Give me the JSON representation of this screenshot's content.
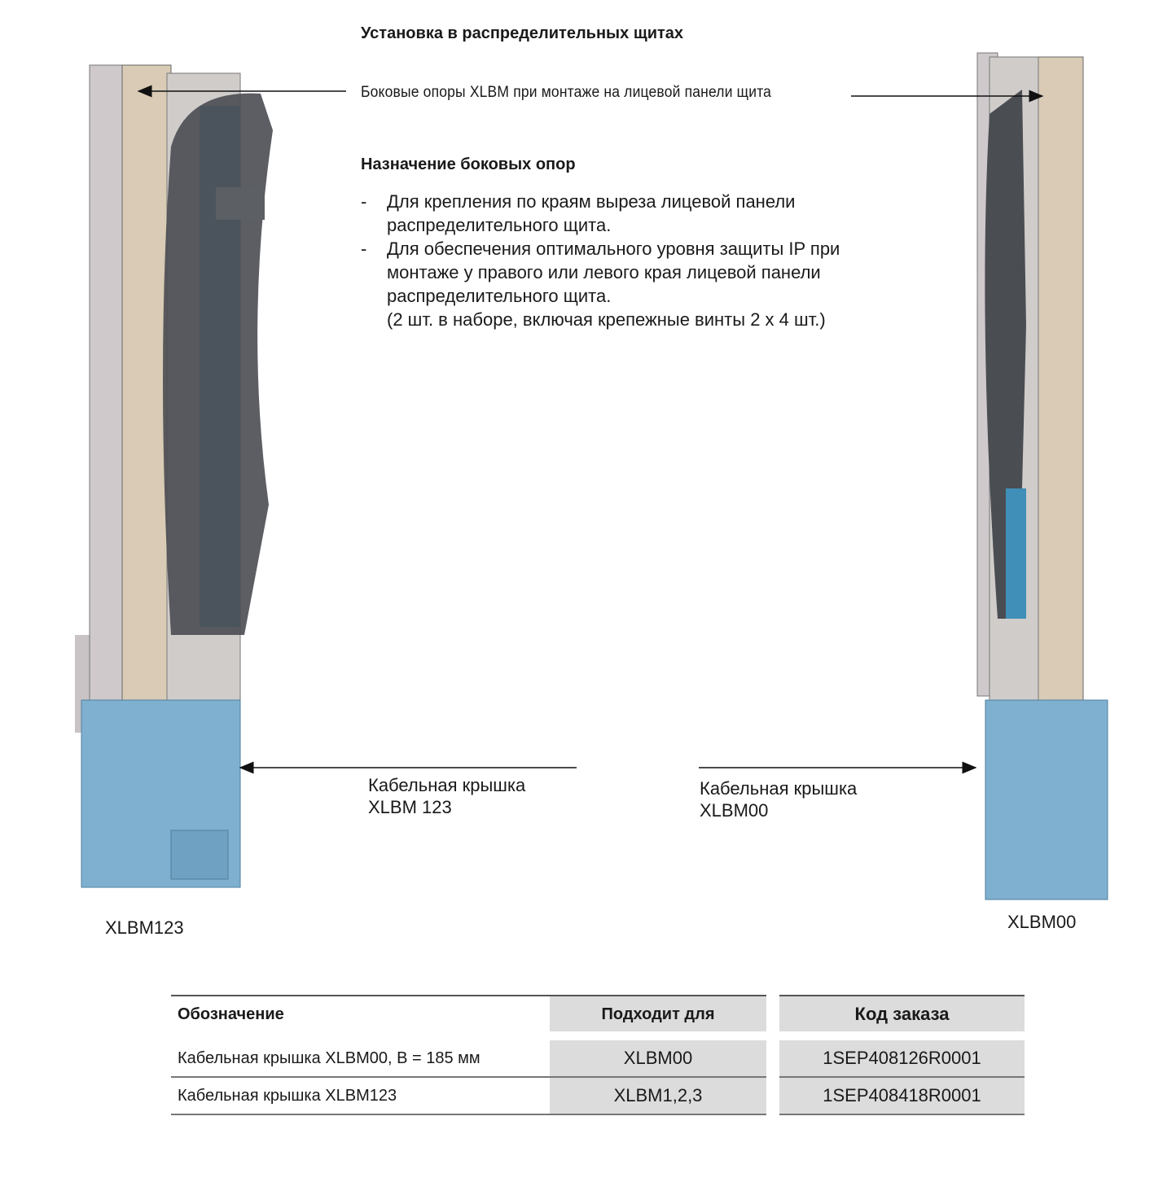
{
  "title": "Установка в распределительных щитах",
  "callout_side_supports": "Боковые опоры XLBM при монтаже на лицевой панели щита",
  "purpose_heading": "Назначение боковых опор",
  "bullets": [
    {
      "dash": "-",
      "lines": [
        "Для крепления по краям выреза лицевой панели",
        "распределительного щита."
      ]
    },
    {
      "dash": "-",
      "lines": [
        "Для обеспечения оптимального уровня защиты IP при",
        "монтаже у правого или левого края лицевой панели",
        "распределительного щита.",
        "(2 шт. в наборе, включая крепежные винты 2 х 4 шт.)"
      ]
    }
  ],
  "callout_left": [
    "Кабельная крышка",
    "XLBM 123"
  ],
  "callout_right": [
    "Кабельная крышка",
    "XLBM00"
  ],
  "caption_left": "XLBM123",
  "caption_right": "XLBM00",
  "table": {
    "headers": [
      "Обозначение",
      "Подходит для",
      "Код заказа"
    ],
    "rows": [
      [
        "Кабельная крышка XLBM00, B = 185 мм",
        "XLBM00",
        "1SEP408126R0001"
      ],
      [
        "Кабельная крышка XLBM123",
        "XLBM1,2,3",
        "1SEP408418R0001"
      ]
    ]
  },
  "colors": {
    "cover": "#7fb0cf",
    "frame": "#d9cbb5",
    "handle": "#4a4d52",
    "blue": "#3f8fb8"
  }
}
